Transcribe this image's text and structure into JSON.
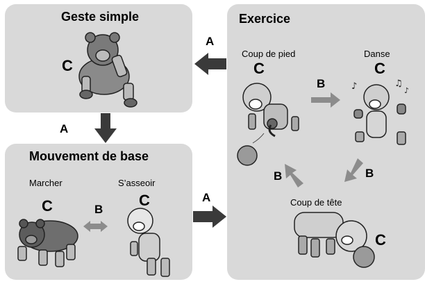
{
  "panels": {
    "geste_simple": {
      "title": "Geste simple",
      "badge": "C"
    },
    "mouvement_de_base": {
      "title": "Mouvement de base",
      "left": {
        "label": "Marcher",
        "badge": "C"
      },
      "right": {
        "label": "S’asseoir",
        "badge": "C"
      },
      "transition": "B"
    },
    "exercice": {
      "title": "Exercice",
      "coup_de_pied": {
        "label": "Coup de pied",
        "badge": "C"
      },
      "danse": {
        "label": "Danse",
        "badge": "C"
      },
      "coup_de_tete": {
        "label": "Coup de tête",
        "badge": "C"
      },
      "transitions": [
        "B",
        "B",
        "B"
      ]
    }
  },
  "arrows": {
    "exercice_to_geste": "A",
    "geste_to_base": "A",
    "base_to_exercice": "A"
  },
  "colors": {
    "panel": "#d9d9d9",
    "arrow_dark": "#3a3a3a",
    "arrow_light": "#8c8c8c"
  }
}
